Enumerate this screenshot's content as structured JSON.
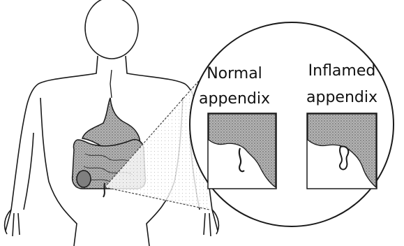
{
  "labels": {
    "normal_line1": "Normal",
    "normal_line2": "appendix",
    "inflamed_line1": "Inflamed",
    "inflamed_line2": "appendix"
  },
  "colors": {
    "ink": "#1a1a1a",
    "organ_fill": "#9a9a9a",
    "background": "#ffffff"
  }
}
